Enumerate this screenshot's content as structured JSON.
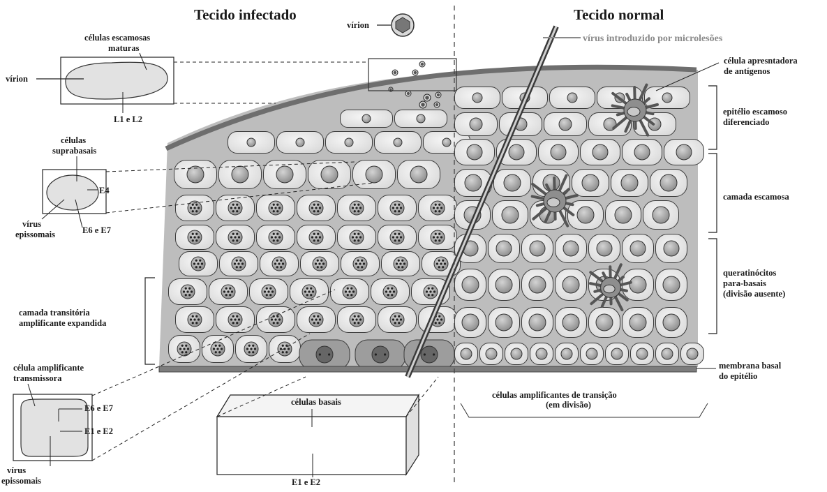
{
  "headers": {
    "infected": "Tecido infectado",
    "normal": "Tecido normal"
  },
  "labels": {
    "virion_top": "vírion",
    "virus_entry": "vírus introduzido por microlesões",
    "mature_squamous": [
      "células escamosas",
      "maturas"
    ],
    "virion_left": "vírion",
    "l1_l2": "L1 e L2",
    "suprabasal": [
      "células",
      "suprabasais"
    ],
    "e4": "E4",
    "episomal_virus_1": [
      "vírus",
      "epissomais"
    ],
    "e6_e7_1": "E6 e E7",
    "transitory_layer": [
      "camada transitória",
      "amplificante expandida"
    ],
    "transmitting_cell": [
      "célula amplificante",
      "transmissora"
    ],
    "e6_e7_2": "E6 e E7",
    "e1_e2_1": "E1 e E2",
    "episomal_virus_2": [
      "vírus",
      "epissomais"
    ],
    "basal_cells": "células basais",
    "e1_e2_2": "E1 e E2",
    "transition_cells": [
      "células amplificantes de transição",
      "(em divisão)"
    ],
    "antigen_cell": [
      "célula apresntadora",
      "de antígenos"
    ],
    "diff_epithelium": [
      "epitélio escamoso",
      "diferenciado"
    ],
    "squamous_layer": "camada escamosa",
    "parabasal": [
      "queratinócitos",
      "para-basais",
      "(divisão ausente)"
    ],
    "basal_membrane": [
      "membrana basal",
      "do epitélio"
    ]
  },
  "colors": {
    "cell_fill": "#ececec",
    "nucleus_fill": "#a8a8a8",
    "basal_fill": "#9d9d9d",
    "membrane": "#7a7a7a",
    "outline": "#3a3a3a"
  }
}
